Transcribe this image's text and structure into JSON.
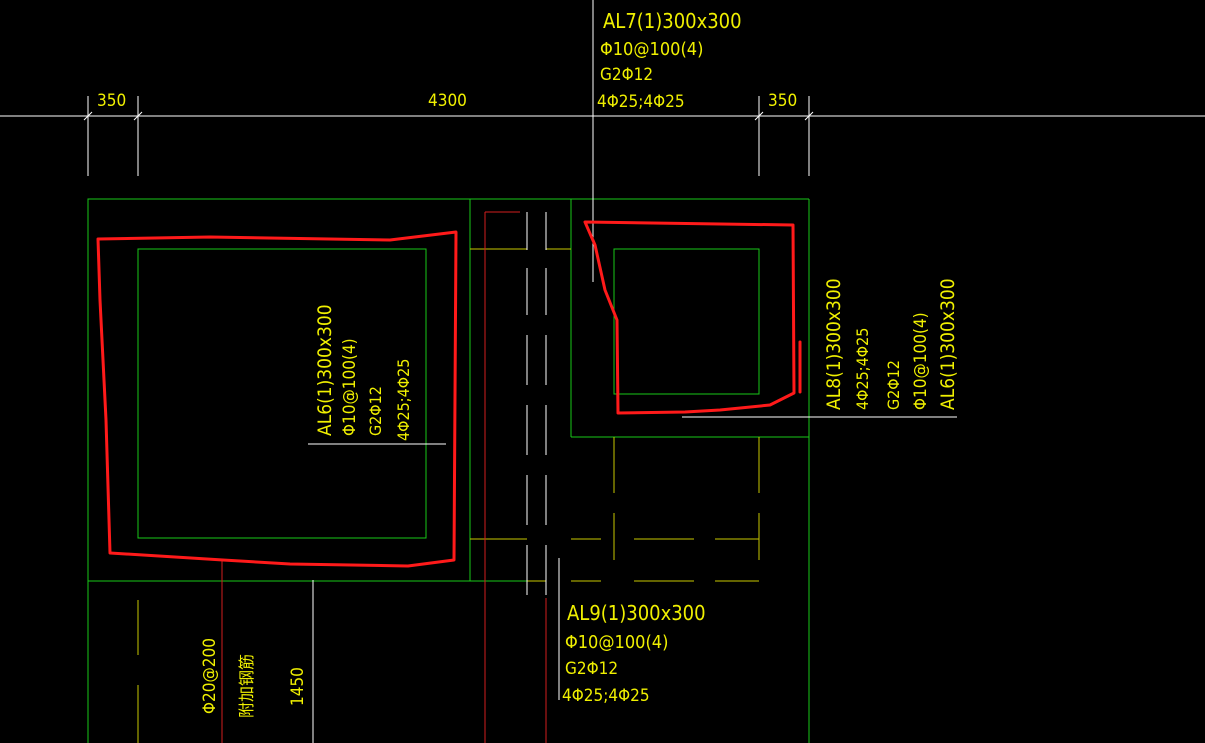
{
  "colors": {
    "background": "#000000",
    "dimension": "#ffffff",
    "wall": "#19c819",
    "axis": "#c8c800",
    "annotation_text": "#f0f000",
    "markup": "#ff1a1a",
    "column_line": "#d21e1e"
  },
  "dimensions": {
    "left": "350",
    "middle": "4300",
    "right": "350",
    "bottom": "1450"
  },
  "beams": {
    "al7": {
      "name": "AL7(1)300x300",
      "stirrup": "Φ10@100(4)",
      "side": "G2Φ12",
      "main": "4Φ25;4Φ25"
    },
    "al6_center": {
      "name": "AL6(1)300x300",
      "stirrup": "Φ10@100(4)",
      "side": "G2Φ12",
      "main": "4Φ25;4Φ25"
    },
    "al8": {
      "name": "AL8(1)300x300",
      "main": "4Φ25;4Φ25",
      "side": "G2Φ12",
      "stirrup": "Φ10@100(4)"
    },
    "al6_right": {
      "name": "AL6(1)300x300"
    },
    "al9": {
      "name": "AL9(1)300x300",
      "stirrup": "Φ10@100(4)",
      "side": "G2Φ12",
      "main": "4Φ25;4Φ25"
    }
  },
  "notes": {
    "rebar_spacing": "Φ20@200",
    "additional_rebar": "附加钢筋"
  }
}
